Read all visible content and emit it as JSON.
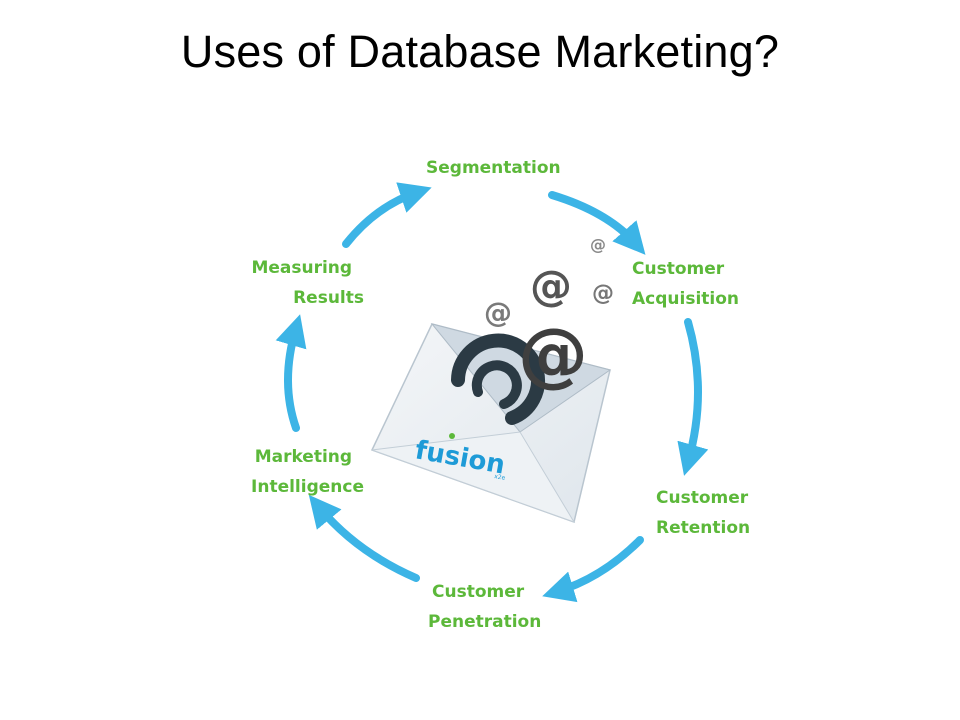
{
  "slide": {
    "title": "Uses of Database Marketing?"
  },
  "diagram": {
    "stages": [
      {
        "lines": [
          "Segmentation"
        ]
      },
      {
        "lines": [
          "Customer",
          "Acquisition"
        ]
      },
      {
        "lines": [
          "Customer",
          "Retention"
        ]
      },
      {
        "lines": [
          "Customer",
          "Penetration"
        ]
      },
      {
        "lines": [
          "Marketing",
          "Intelligence"
        ]
      },
      {
        "lines": [
          "Measuring",
          "Results"
        ]
      }
    ],
    "center_graphic": {
      "brand": "fusion",
      "brand_suffix": "x2e"
    },
    "colors": {
      "arrow": "#3cb4e6",
      "label": "#5cb83a",
      "brand": "#1e9bd7",
      "at_symbol": "#4d4d4d"
    },
    "icons": [
      "email-envelope-icon",
      "at-symbol-icon",
      "fusion-logo-icon"
    ]
  }
}
